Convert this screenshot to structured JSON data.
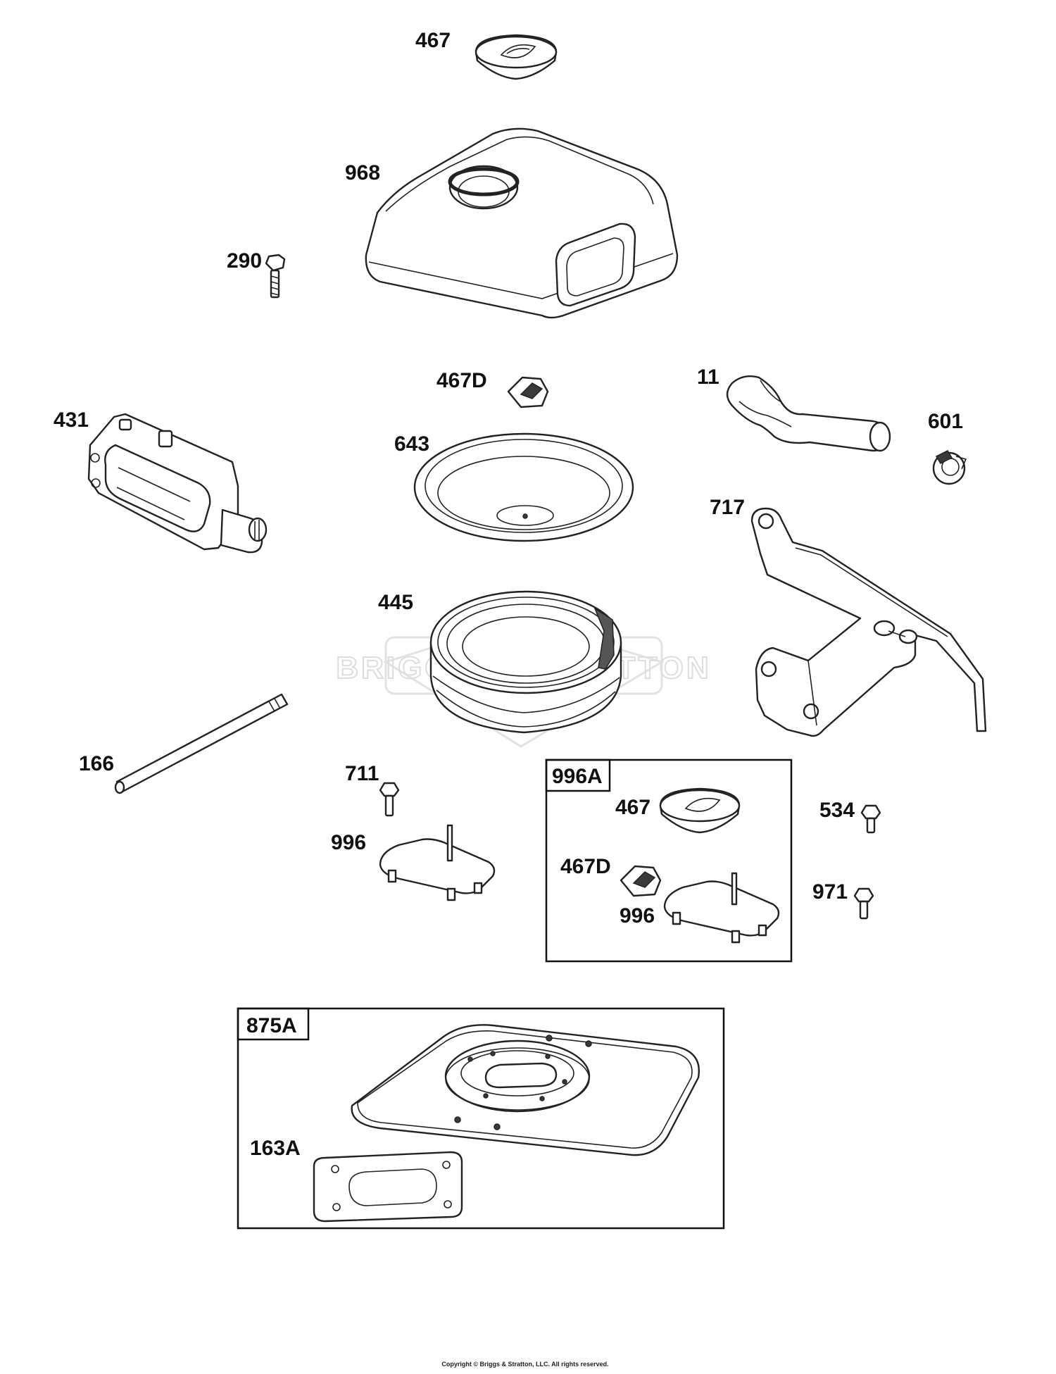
{
  "labels": {
    "l467": "467",
    "l968": "968",
    "l290": "290",
    "l467d": "467D",
    "l11": "11",
    "l601": "601",
    "l431": "431",
    "l643": "643",
    "l717": "717",
    "l445": "445",
    "l166": "166",
    "l711": "711",
    "l996": "996",
    "l534": "534",
    "l971": "971",
    "l163a": "163A"
  },
  "kits": {
    "k996a": {
      "title": "996A",
      "l467": "467",
      "l467d": "467D",
      "l996": "996"
    },
    "k875a": {
      "title": "875A"
    }
  },
  "watermark": "BRIGGS & STRATTON",
  "copyright": "Copyright © Briggs & Stratton, LLC. All rights reserved."
}
